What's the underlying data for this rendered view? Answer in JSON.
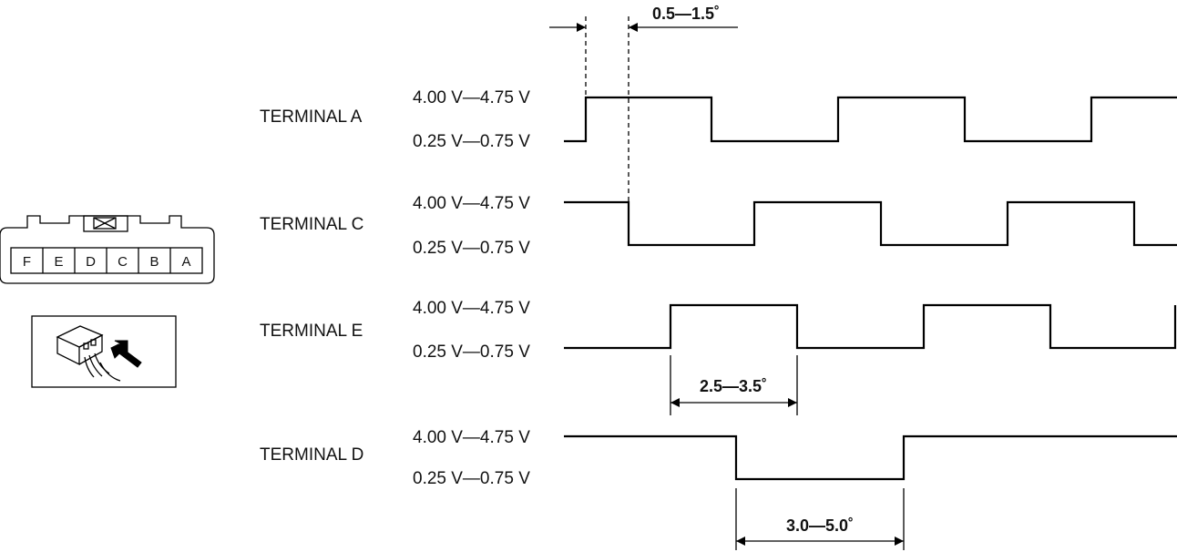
{
  "connector": {
    "pins": [
      "F",
      "E",
      "D",
      "C",
      "B",
      "A"
    ]
  },
  "levels": {
    "high": "4.00 V—4.75 V",
    "low": "0.25 V—0.75 V"
  },
  "terminals": [
    {
      "label": "TERMINAL A"
    },
    {
      "label": "TERMINAL C"
    },
    {
      "label": "TERMINAL E"
    },
    {
      "label": "TERMINAL D"
    }
  ],
  "dimensions": {
    "ac_offset": "0.5—1.5˚",
    "e_pulse": "2.5—3.5˚",
    "d_pulse": "3.0—5.0˚"
  }
}
